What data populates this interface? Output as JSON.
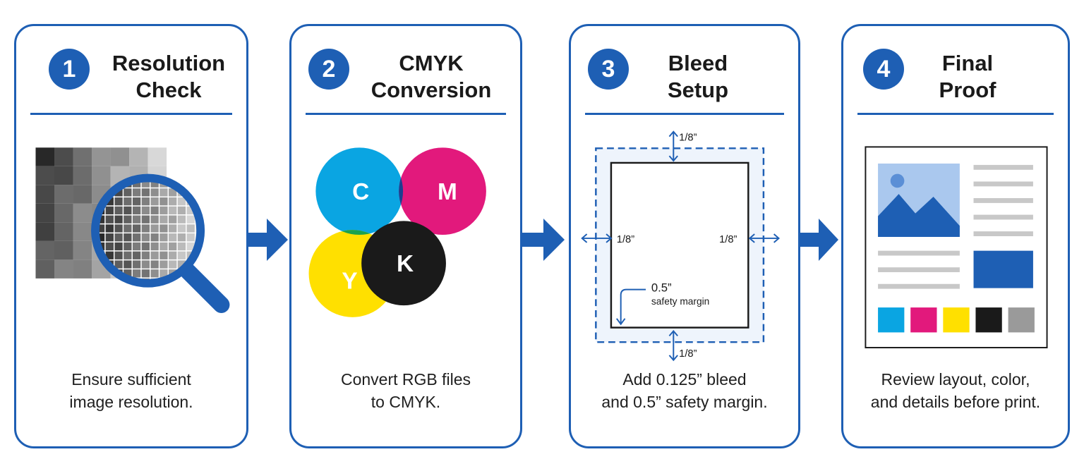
{
  "steps": [
    {
      "number": "1",
      "title_line1": "Resolution",
      "title_line2": "Check",
      "desc_line1": "Ensure sufficient",
      "desc_line2": "image resolution."
    },
    {
      "number": "2",
      "title_line1": "CMYK",
      "title_line2": "Conversion",
      "desc_line1": "Convert RGB files",
      "desc_line2": "to CMYK."
    },
    {
      "number": "3",
      "title_line1": "Bleed",
      "title_line2": "Setup",
      "desc_line1": "Add 0.125” bleed",
      "desc_line2": "and 0.5” safety margin."
    },
    {
      "number": "4",
      "title_line1": "Final",
      "title_line2": "Proof",
      "desc_line1": "Review layout, color,",
      "desc_line2": "and details before print."
    }
  ],
  "cmyk": {
    "c": "C",
    "m": "M",
    "y": "Y",
    "k": "K"
  },
  "bleed": {
    "top": "1/8”",
    "bottom": "1/8”",
    "left": "1/8”",
    "right": "1/8”",
    "safety_value": "0.5”",
    "safety_label": "safety margin"
  },
  "colors": {
    "brand_blue": "#1e5fb4",
    "cyan": "#0aa5e2",
    "magenta": "#e2197c",
    "yellow": "#ffe000",
    "black": "#1a1a1a",
    "gray": "#9a9a9a"
  },
  "icons": [
    "magnifier-icon",
    "cmyk-circles-icon",
    "bleed-diagram-icon",
    "proof-document-icon",
    "right-arrow-icon"
  ]
}
